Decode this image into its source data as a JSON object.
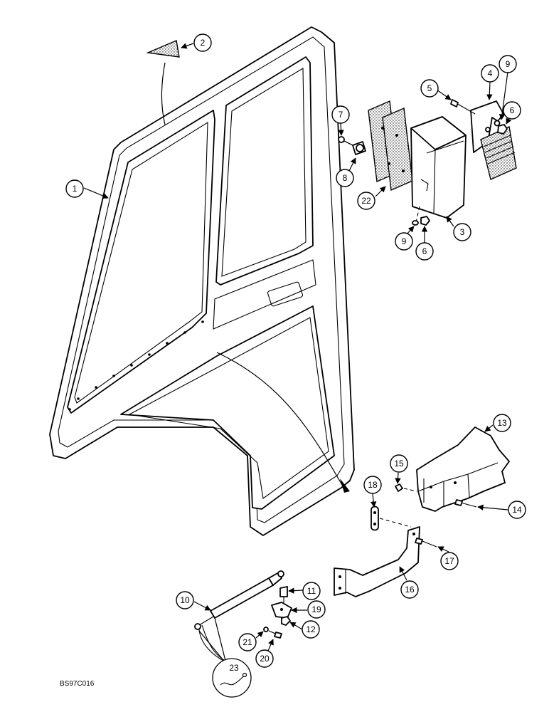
{
  "drawing_code": "BS97C016",
  "callouts": [
    "1",
    "2",
    "3",
    "4",
    "5",
    "6",
    "6",
    "7",
    "8",
    "9",
    "9",
    "10",
    "11",
    "12",
    "13",
    "14",
    "15",
    "16",
    "17",
    "18",
    "19",
    "20",
    "21",
    "22",
    "23"
  ]
}
